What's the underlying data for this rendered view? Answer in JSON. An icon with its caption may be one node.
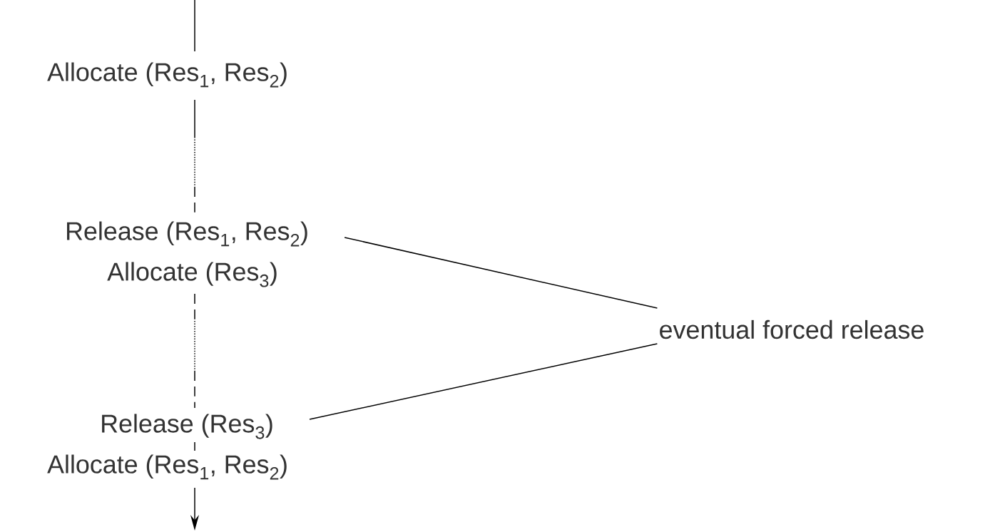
{
  "diagram": {
    "nodes": [
      {
        "text": [
          "Release (Res$_{1}$, Res$_{2}$)"
        ]
      },
      {
        "text": [
          "Release (Res$_{3}$)"
        ]
      },
      {
        "text": [
          "eventual forced release"
        ]
      }
    ],
    "edges": [
      {
        "from": 2,
        "to": 0,
        "arrow": "none"
      },
      {
        "from": 2,
        "to": 1,
        "arrow": "none"
      }
    ],
    "labels": [
      "Allocate (Res$_{1}$, Res$_{2}$)",
      "Allocate (Res$_{3}$)",
      "Allocate (Res$_{1}$, Res$_{2}$)"
    ]
  }
}
